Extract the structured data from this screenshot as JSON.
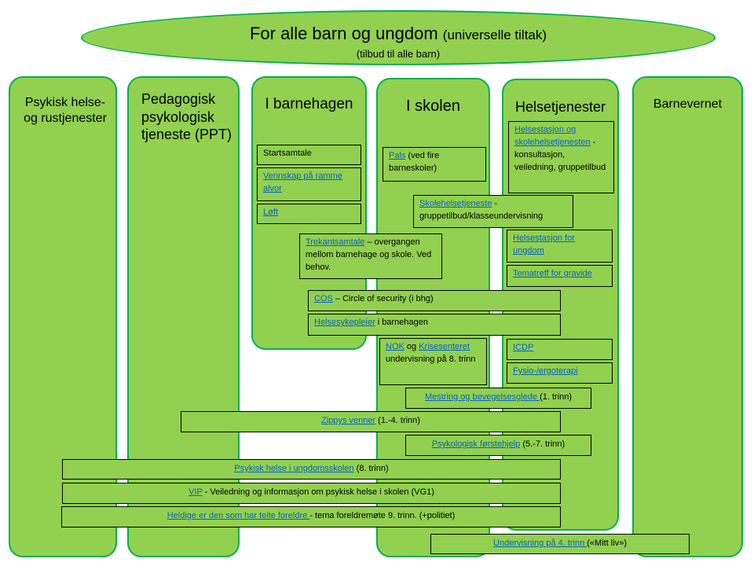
{
  "header": {
    "title_main": "For alle barn og ungdom",
    "title_sub": "(universelle  tiltak)",
    "subtitle": "(tilbud til alle barn)"
  },
  "columns": [
    {
      "title": "Psykisk helse- og rustjenester"
    },
    {
      "title": "Pedagogisk psykologisk tjeneste (PPT)"
    },
    {
      "title": "I barnehagen"
    },
    {
      "title": "I skolen"
    },
    {
      "title": "Helsetjenester"
    },
    {
      "title": "Barnevernet"
    }
  ],
  "boxes": {
    "startsamtale": {
      "text": "Startsamtale"
    },
    "vennskap": {
      "link": "Vennskap på ramme alvor"
    },
    "loft": {
      "link": "Løft"
    },
    "pals": {
      "link": "Pals",
      "text": " (ved fire barneskoler)"
    },
    "helsestasjon_skole": {
      "link": "Helsestasjon og skolehelsetjenesten",
      "text": " - konsultasjon, veiledning, gruppetilbud"
    },
    "skolehelse": {
      "link": "Skolehelsetjeneste",
      "text": " - gruppetilbud/klasseundervisning"
    },
    "trekant": {
      "link": "Trekantsamtale",
      "text": " – overgangen mellom barnehage og skole. Ved behov."
    },
    "helsestasjon_ungdom": {
      "link": "Helsestasjon for ungdom"
    },
    "tematreff": {
      "link": "Tematreff  for gravide"
    },
    "cos": {
      "link": "COS",
      "text": " – Circle of security (i bhg)"
    },
    "helsesykepleier": {
      "link": "Helsesykepleier",
      "text": " i barnehagen"
    },
    "nok": {
      "link1": "NOK",
      "mid": " og ",
      "link2": "Krisesenteret",
      "text": " undervisning på 8. trinn"
    },
    "icdp": {
      "link": "ICDP"
    },
    "fysio": {
      "link": "Fysio-/ergoterapi"
    },
    "mestring": {
      "link": "Mestring og bevegelsesglede ",
      "text": "(1. trinn)"
    },
    "zippys": {
      "link": "Zippys venner",
      "text": " (1.-4. trinn)"
    },
    "psykologisk": {
      "link": "Psykologisk førstehjelp",
      "text": " (5.-7. trinn)"
    },
    "psykisk_helse": {
      "link": "Psykisk helse i ungdomsskolen",
      "text": " (8. trinn)"
    },
    "vip": {
      "link": "VIP",
      "text": " - Veiledning og informasjon om psykisk helse i skolen (VG1)"
    },
    "heldige": {
      "link": "Heldige er den som har teite foreldre ",
      "text": "- tema foreldremøte 9. trinn. (+politiet)"
    },
    "undervisning": {
      "link": "Undervisning på 4. trinn ",
      "text": "(«Mitt liv»)"
    }
  },
  "colors": {
    "fill": "#92d050",
    "border": "#00b050",
    "link": "#0563c1"
  }
}
